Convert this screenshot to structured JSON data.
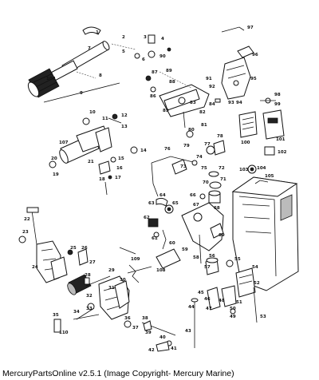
{
  "footer_text": "MercuryPartsOnline v2.5.1 (Image Copyright- Mercury Marine)",
  "callouts": [
    "1",
    "2",
    "3",
    "4",
    "5",
    "6",
    "7",
    "8",
    "9",
    "10",
    "11",
    "12",
    "13",
    "14",
    "15",
    "16",
    "17",
    "18",
    "19",
    "20",
    "21",
    "22",
    "23",
    "24",
    "25",
    "26",
    "27",
    "28",
    "29",
    "30",
    "31",
    "32",
    "33",
    "34",
    "35",
    "36",
    "37",
    "38",
    "39",
    "40",
    "41",
    "42",
    "43",
    "44",
    "45",
    "46",
    "47",
    "48",
    "49",
    "50",
    "51",
    "52",
    "53",
    "54",
    "55",
    "56",
    "57",
    "58",
    "59",
    "60",
    "61",
    "62",
    "63",
    "64",
    "65",
    "66",
    "67",
    "68",
    "69",
    "70",
    "71",
    "72",
    "73",
    "74",
    "75",
    "76",
    "77",
    "78",
    "79",
    "80",
    "81",
    "82",
    "83",
    "84",
    "85",
    "86",
    "87",
    "88",
    "89",
    "90",
    "91",
    "92",
    "93",
    "94",
    "95",
    "96",
    "97",
    "98",
    "99",
    "100",
    "101",
    "102",
    "103",
    "104",
    "105",
    "106",
    "107",
    "108",
    "109",
    "110"
  ]
}
